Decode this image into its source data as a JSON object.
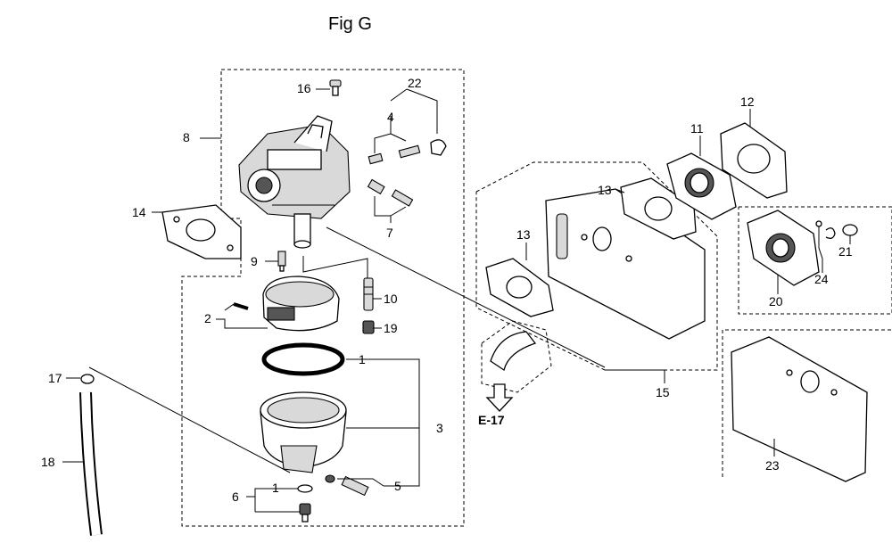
{
  "title": "Fig G",
  "reference": "E-17",
  "callouts": {
    "c1a": "1",
    "c1b": "1",
    "c2": "2",
    "c3": "3",
    "c4": "4",
    "c5": "5",
    "c6": "6",
    "c7": "7",
    "c8": "8",
    "c9": "9",
    "c10": "10",
    "c11": "11",
    "c12": "12",
    "c13a": "13",
    "c13b": "13",
    "c14": "14",
    "c15": "15",
    "c16": "16",
    "c17": "17",
    "c18": "18",
    "c19": "19",
    "c20": "20",
    "c21": "21",
    "c22": "22",
    "c23": "23",
    "c24": "24"
  }
}
